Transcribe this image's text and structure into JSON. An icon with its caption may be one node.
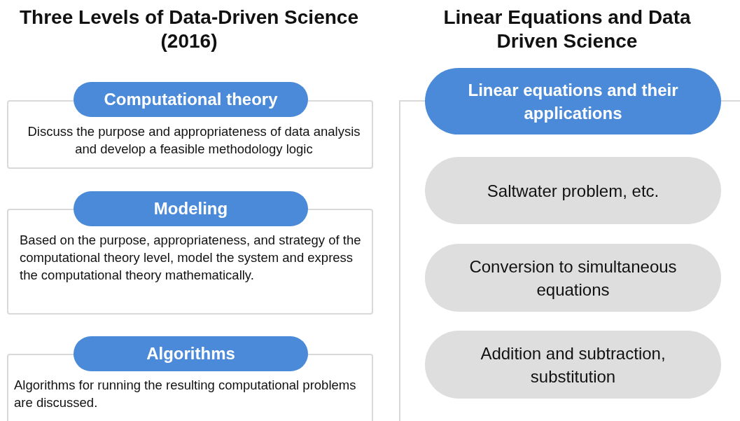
{
  "diagram": {
    "nodes": [
      {
        "text": [
          "Computational theory",
          "Discuss the purpose and appropriateness of data analysis and develop a feasible methodology logic"
        ]
      },
      {
        "text": [
          "Modeling",
          "Based on the purpose, appropriateness, and strategy of the computational theory level, model the system and express the computational theory mathematically."
        ]
      },
      {
        "text": [
          "Algorithms",
          "Algorithms for running the resulting computational problems are discussed."
        ]
      },
      {
        "text": [
          "Linear Equations and Data Driven Science"
        ]
      },
      {
        "text": [
          "Linear equations and their applications"
        ],
        "in": 3
      },
      {
        "text": [
          "Saltwater problem, etc."
        ],
        "in": 3
      },
      {
        "text": [
          "Conversion to simultaneous equations"
        ],
        "in": 3
      },
      {
        "text": [
          "Addition and subtraction, substitution"
        ],
        "in": 3
      }
    ],
    "edges": [],
    "labels": [
      "Three Levels of Data-Driven Science (2016)"
    ]
  }
}
